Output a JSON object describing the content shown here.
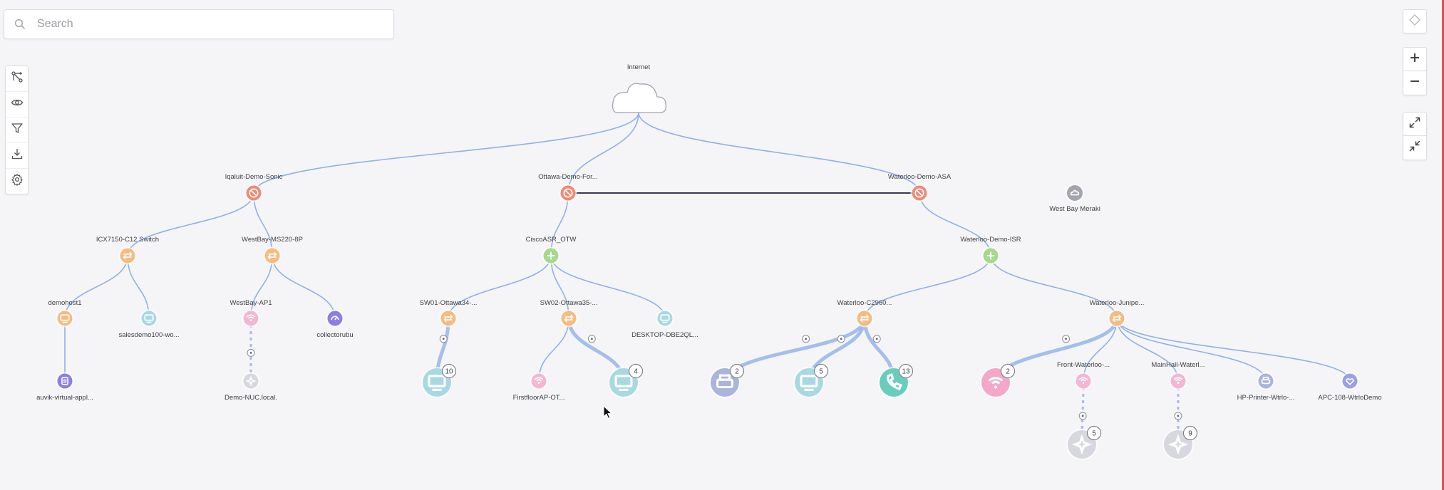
{
  "search": {
    "placeholder": "Search"
  },
  "toolbar": [
    {
      "id": "layout",
      "icon": "topology-layout-icon"
    },
    {
      "id": "view",
      "icon": "eye-icon"
    },
    {
      "id": "filter",
      "icon": "filter-icon"
    },
    {
      "id": "download",
      "icon": "download-icon"
    },
    {
      "id": "settings",
      "icon": "gear-icon"
    }
  ],
  "controls": [
    {
      "id": "recenter",
      "icon": "recenter-icon"
    },
    {
      "id": "zoom-in",
      "icon": "plus-icon"
    },
    {
      "id": "zoom-out",
      "icon": "minus-icon"
    },
    {
      "id": "expand",
      "icon": "expand-icon"
    },
    {
      "id": "collapse",
      "icon": "collapse-icon"
    }
  ],
  "colors": {
    "firewall": "#ef8a76",
    "switch": "#f6bb7f",
    "router": "#a6d98a",
    "workstation": "#a8d9e3",
    "access_point": "#f4b7d3",
    "server": "#8c7ee6",
    "printer": "#aab5dc",
    "phone": "#69cdbd",
    "wireless": "#f5a7c7",
    "ups": "#9aa0e8",
    "unknown": "#d6d7df",
    "cloud": "#a3a5ad",
    "link": "#8fb1e8"
  },
  "nodes": [
    {
      "id": "internet",
      "label": "Internet",
      "type": "cloud",
      "icon": "cloud-icon"
    },
    {
      "id": "iqaluit",
      "label": "Iqaluit-Demo-Sonic",
      "type": "firewall",
      "icon": "firewall-icon"
    },
    {
      "id": "ottawa",
      "label": "Ottawa-Demo-For...",
      "type": "firewall",
      "icon": "firewall-icon"
    },
    {
      "id": "waterloo",
      "label": "Waterloo-Demo-ASA",
      "type": "firewall",
      "icon": "firewall-icon"
    },
    {
      "id": "meraki",
      "label": "West Bay Meraki",
      "type": "cloud",
      "icon": "cloud-device-icon"
    },
    {
      "id": "icx",
      "label": "ICX7150-C12 Switch",
      "type": "switch",
      "icon": "switch-icon"
    },
    {
      "id": "ms220",
      "label": "WestBay-MS220-8P",
      "type": "switch",
      "icon": "switch-icon"
    },
    {
      "id": "ciscoasr",
      "label": "CiscoASR_OTW",
      "type": "router",
      "icon": "router-icon"
    },
    {
      "id": "isr",
      "label": "Waterloo-Demo-ISR",
      "type": "router",
      "icon": "router-icon"
    },
    {
      "id": "demohost1",
      "label": "demohost1",
      "type": "switch",
      "icon": "host-icon"
    },
    {
      "id": "salesdemo",
      "label": "salesdemo100-wo...",
      "type": "workstation",
      "icon": "workstation-icon"
    },
    {
      "id": "ap1",
      "label": "WestBay-AP1",
      "type": "access_point",
      "icon": "access-point-icon"
    },
    {
      "id": "collectorubu",
      "label": "collectorubu",
      "type": "server",
      "icon": "collector-icon"
    },
    {
      "id": "sw01",
      "label": "SW01-Ottawa34-...",
      "type": "switch",
      "icon": "switch-icon"
    },
    {
      "id": "sw02",
      "label": "SW02-Ottawa35-...",
      "type": "switch",
      "icon": "switch-icon"
    },
    {
      "id": "desktop",
      "label": "DESKTOP-DBE2QL...",
      "type": "workstation",
      "icon": "workstation-icon"
    },
    {
      "id": "c2960",
      "label": "Waterloo-C2960...",
      "type": "switch",
      "icon": "switch-icon"
    },
    {
      "id": "juniper",
      "label": "Waterloo-Junipe...",
      "type": "switch",
      "icon": "switch-icon"
    },
    {
      "id": "auvik",
      "label": "auvik-virtual-appl...",
      "type": "server",
      "icon": "appliance-icon"
    },
    {
      "id": "nuc",
      "label": "Demo-NUC.local.",
      "type": "unknown",
      "icon": "unknown-device-icon"
    },
    {
      "id": "grp10",
      "label": "",
      "count": "10",
      "type": "workstation",
      "icon": "workstation-group-icon"
    },
    {
      "id": "firstfloor",
      "label": "FirstfloorAP-OT...",
      "type": "access_point",
      "icon": "access-point-icon"
    },
    {
      "id": "grp4",
      "label": "",
      "count": "4",
      "type": "workstation",
      "icon": "workstation-group-icon"
    },
    {
      "id": "grpprinter",
      "label": "",
      "count": "2",
      "type": "printer",
      "icon": "printer-group-icon"
    },
    {
      "id": "grp5",
      "label": "",
      "count": "5",
      "type": "workstation",
      "icon": "workstation-group-icon"
    },
    {
      "id": "grpphone",
      "label": "",
      "count": "13",
      "type": "phone",
      "icon": "phone-group-icon"
    },
    {
      "id": "grpwifi",
      "label": "",
      "count": "2",
      "type": "wireless",
      "icon": "wireless-group-icon"
    },
    {
      "id": "frontwat",
      "label": "Front-Waterloo-...",
      "type": "access_point",
      "icon": "access-point-icon"
    },
    {
      "id": "mainhall",
      "label": "MainHall-Waterl...",
      "type": "access_point",
      "icon": "access-point-icon"
    },
    {
      "id": "hpprinter",
      "label": "HP-Printer-Wtrlo-...",
      "type": "printer",
      "icon": "printer-icon"
    },
    {
      "id": "apc",
      "label": "APC-108-WtrloDemo",
      "type": "ups",
      "icon": "ups-icon"
    },
    {
      "id": "grpu5",
      "label": "",
      "count": "5",
      "type": "unknown",
      "icon": "unknown-group-icon"
    },
    {
      "id": "grpu9",
      "label": "",
      "count": "9",
      "type": "unknown",
      "icon": "unknown-group-icon"
    }
  ],
  "links": [
    {
      "from": "internet",
      "to": "iqaluit"
    },
    {
      "from": "internet",
      "to": "ottawa"
    },
    {
      "from": "internet",
      "to": "waterloo"
    },
    {
      "from": "ottawa",
      "to": "waterloo",
      "kind": "dark"
    },
    {
      "from": "iqaluit",
      "to": "icx"
    },
    {
      "from": "iqaluit",
      "to": "ms220"
    },
    {
      "from": "ottawa",
      "to": "ciscoasr"
    },
    {
      "from": "waterloo",
      "to": "isr"
    },
    {
      "from": "icx",
      "to": "demohost1"
    },
    {
      "from": "icx",
      "to": "salesdemo"
    },
    {
      "from": "ms220",
      "to": "ap1"
    },
    {
      "from": "ms220",
      "to": "collectorubu"
    },
    {
      "from": "ciscoasr",
      "to": "sw01"
    },
    {
      "from": "ciscoasr",
      "to": "sw02"
    },
    {
      "from": "ciscoasr",
      "to": "desktop"
    },
    {
      "from": "isr",
      "to": "c2960"
    },
    {
      "from": "isr",
      "to": "juniper"
    },
    {
      "from": "demohost1",
      "to": "auvik"
    },
    {
      "from": "ap1",
      "to": "nuc",
      "kind": "dashed"
    },
    {
      "from": "sw01",
      "to": "grp10",
      "kind": "thick"
    },
    {
      "from": "sw02",
      "to": "firstfloor"
    },
    {
      "from": "sw02",
      "to": "grp4",
      "kind": "thick"
    },
    {
      "from": "c2960",
      "to": "grpprinter",
      "kind": "thick"
    },
    {
      "from": "c2960",
      "to": "grp5",
      "kind": "thick"
    },
    {
      "from": "c2960",
      "to": "grpphone",
      "kind": "thick"
    },
    {
      "from": "juniper",
      "to": "grpwifi",
      "kind": "thick"
    },
    {
      "from": "juniper",
      "to": "frontwat"
    },
    {
      "from": "juniper",
      "to": "mainhall"
    },
    {
      "from": "juniper",
      "to": "hpprinter"
    },
    {
      "from": "juniper",
      "to": "apc"
    },
    {
      "from": "frontwat",
      "to": "grpu5",
      "kind": "dashed"
    },
    {
      "from": "mainhall",
      "to": "grpu9",
      "kind": "dashed"
    }
  ]
}
